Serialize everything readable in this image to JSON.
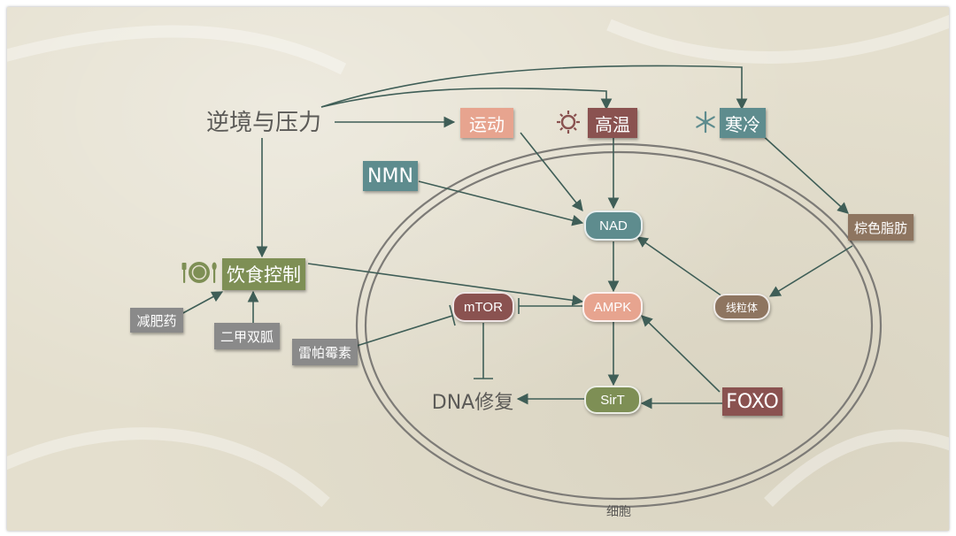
{
  "nodes": {
    "stress": "逆境与压力",
    "exercise": "运动",
    "heat": "高温",
    "cold": "寒冷",
    "nmn": "NMN",
    "nad": "NAD",
    "brown_fat": "棕色脂肪",
    "diet": "饮食控制",
    "mtor": "mTOR",
    "ampk": "AMPK",
    "mitochondria": "线粒体",
    "weight_loss_drug": "减肥药",
    "metformin": "二甲双胍",
    "rapamycin": "雷帕霉素",
    "dna_repair": "DNA修复",
    "sirt": "SirT",
    "foxo": "FOXO",
    "cell": "细胞"
  },
  "colors": {
    "background": "#e4dfce",
    "arrow": "#3f5e57",
    "cell_border": "#7d7b77",
    "exercise": "#e7a48f",
    "heat": "#8a5250",
    "cold": "#5e8c8e",
    "nmn": "#5e8c8e",
    "nad": "#5e8c8e",
    "brown_fat": "#8e7560",
    "diet": "#7e8f55",
    "mtor": "#8a5250",
    "ampk": "#e7a48f",
    "mitochondria": "#8e7560",
    "sirt": "#7e8f55",
    "foxo": "#8a5250",
    "gray_box": "#8a8a8a"
  },
  "icons": [
    "sun-icon",
    "snowflake-icon",
    "plate-cutlery-icon"
  ]
}
